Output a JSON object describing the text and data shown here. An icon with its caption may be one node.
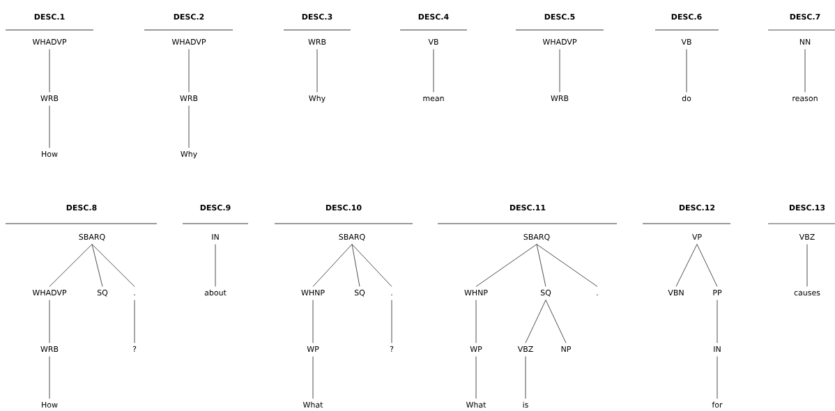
{
  "diagram": {
    "nodes": [
      {
        "text": [
          "WHADVP"
        ]
      },
      {
        "text": [
          "WRB"
        ]
      },
      {
        "text": [
          "How"
        ]
      },
      {
        "text": [
          "WHADVP"
        ]
      },
      {
        "text": [
          "WRB"
        ]
      },
      {
        "text": [
          "Why"
        ]
      },
      {
        "text": [
          "WRB"
        ]
      },
      {
        "text": [
          "Why"
        ]
      },
      {
        "text": [
          "VB"
        ]
      },
      {
        "text": [
          "mean"
        ]
      },
      {
        "text": [
          "WHADVP"
        ]
      },
      {
        "text": [
          "WRB"
        ]
      },
      {
        "text": [
          "VB"
        ]
      },
      {
        "text": [
          "do"
        ]
      },
      {
        "text": [
          "NN"
        ]
      },
      {
        "text": [
          "reason"
        ]
      },
      {
        "text": [
          "SBARQ"
        ]
      },
      {
        "text": [
          "WHADVP"
        ]
      },
      {
        "text": [
          "SQ"
        ]
      },
      {
        "text": [
          "."
        ]
      },
      {
        "text": [
          "WRB"
        ]
      },
      {
        "text": [
          "?"
        ]
      },
      {
        "text": [
          "How"
        ]
      },
      {
        "text": [
          "IN"
        ]
      },
      {
        "text": [
          "about"
        ]
      },
      {
        "text": [
          "SBARQ"
        ]
      },
      {
        "text": [
          "WHNP"
        ]
      },
      {
        "text": [
          "SQ"
        ]
      },
      {
        "text": [
          "."
        ]
      },
      {
        "text": [
          "WP"
        ]
      },
      {
        "text": [
          "?"
        ]
      },
      {
        "text": [
          "What"
        ]
      },
      {
        "text": [
          "SBARQ"
        ]
      },
      {
        "text": [
          "WHNP"
        ]
      },
      {
        "text": [
          "SQ"
        ]
      },
      {
        "text": [
          "."
        ]
      },
      {
        "text": [
          "WP"
        ]
      },
      {
        "text": [
          "VBZ"
        ]
      },
      {
        "text": [
          "NP"
        ]
      },
      {
        "text": [
          "What"
        ]
      },
      {
        "text": [
          "is"
        ]
      },
      {
        "text": [
          "VP"
        ]
      },
      {
        "text": [
          "VBN"
        ]
      },
      {
        "text": [
          "PP"
        ]
      },
      {
        "text": [
          "IN"
        ]
      },
      {
        "text": [
          "for"
        ]
      },
      {
        "text": [
          "VBZ"
        ]
      },
      {
        "text": [
          "causes"
        ]
      }
    ],
    "edges": [
      {
        "from": 0,
        "to": 1,
        "arrow": "none"
      },
      {
        "from": 1,
        "to": 2,
        "arrow": "none"
      },
      {
        "from": 3,
        "to": 4,
        "arrow": "none"
      },
      {
        "from": 4,
        "to": 5,
        "arrow": "none"
      },
      {
        "from": 6,
        "to": 7,
        "arrow": "none"
      },
      {
        "from": 8,
        "to": 9,
        "arrow": "none"
      },
      {
        "from": 10,
        "to": 11,
        "arrow": "none"
      },
      {
        "from": 12,
        "to": 13,
        "arrow": "none"
      },
      {
        "from": 14,
        "to": 15,
        "arrow": "none"
      },
      {
        "from": 16,
        "to": 17,
        "arrow": "none"
      },
      {
        "from": 16,
        "to": 18,
        "arrow": "none"
      },
      {
        "from": 16,
        "to": 19,
        "arrow": "none"
      },
      {
        "from": 17,
        "to": 20,
        "arrow": "none"
      },
      {
        "from": 19,
        "to": 21,
        "arrow": "none"
      },
      {
        "from": 20,
        "to": 22,
        "arrow": "none"
      },
      {
        "from": 23,
        "to": 24,
        "arrow": "none"
      },
      {
        "from": 25,
        "to": 26,
        "arrow": "none"
      },
      {
        "from": 25,
        "to": 27,
        "arrow": "none"
      },
      {
        "from": 25,
        "to": 28,
        "arrow": "none"
      },
      {
        "from": 26,
        "to": 29,
        "arrow": "none"
      },
      {
        "from": 28,
        "to": 30,
        "arrow": "none"
      },
      {
        "from": 29,
        "to": 31,
        "arrow": "none"
      },
      {
        "from": 32,
        "to": 33,
        "arrow": "none"
      },
      {
        "from": 32,
        "to": 34,
        "arrow": "none"
      },
      {
        "from": 32,
        "to": 35,
        "arrow": "none"
      },
      {
        "from": 33,
        "to": 36,
        "arrow": "none"
      },
      {
        "from": 34,
        "to": 37,
        "arrow": "none"
      },
      {
        "from": 34,
        "to": 38,
        "arrow": "none"
      },
      {
        "from": 36,
        "to": 39,
        "arrow": "none"
      },
      {
        "from": 37,
        "to": 40,
        "arrow": "none"
      },
      {
        "from": 41,
        "to": 42,
        "arrow": "none"
      },
      {
        "from": 41,
        "to": 43,
        "arrow": "none"
      },
      {
        "from": 43,
        "to": 44,
        "arrow": "none"
      },
      {
        "from": 44,
        "to": 45,
        "arrow": "none"
      },
      {
        "from": 46,
        "to": 47,
        "arrow": "none"
      }
    ],
    "labels": [
      "DESC.1",
      "DESC.2",
      "DESC.3",
      "DESC.4",
      "DESC.5",
      "DESC.6",
      "DESC.7",
      "DESC.8",
      "DESC.9",
      "DESC.10",
      "DESC.11",
      "DESC.12",
      "DESC.13"
    ]
  }
}
